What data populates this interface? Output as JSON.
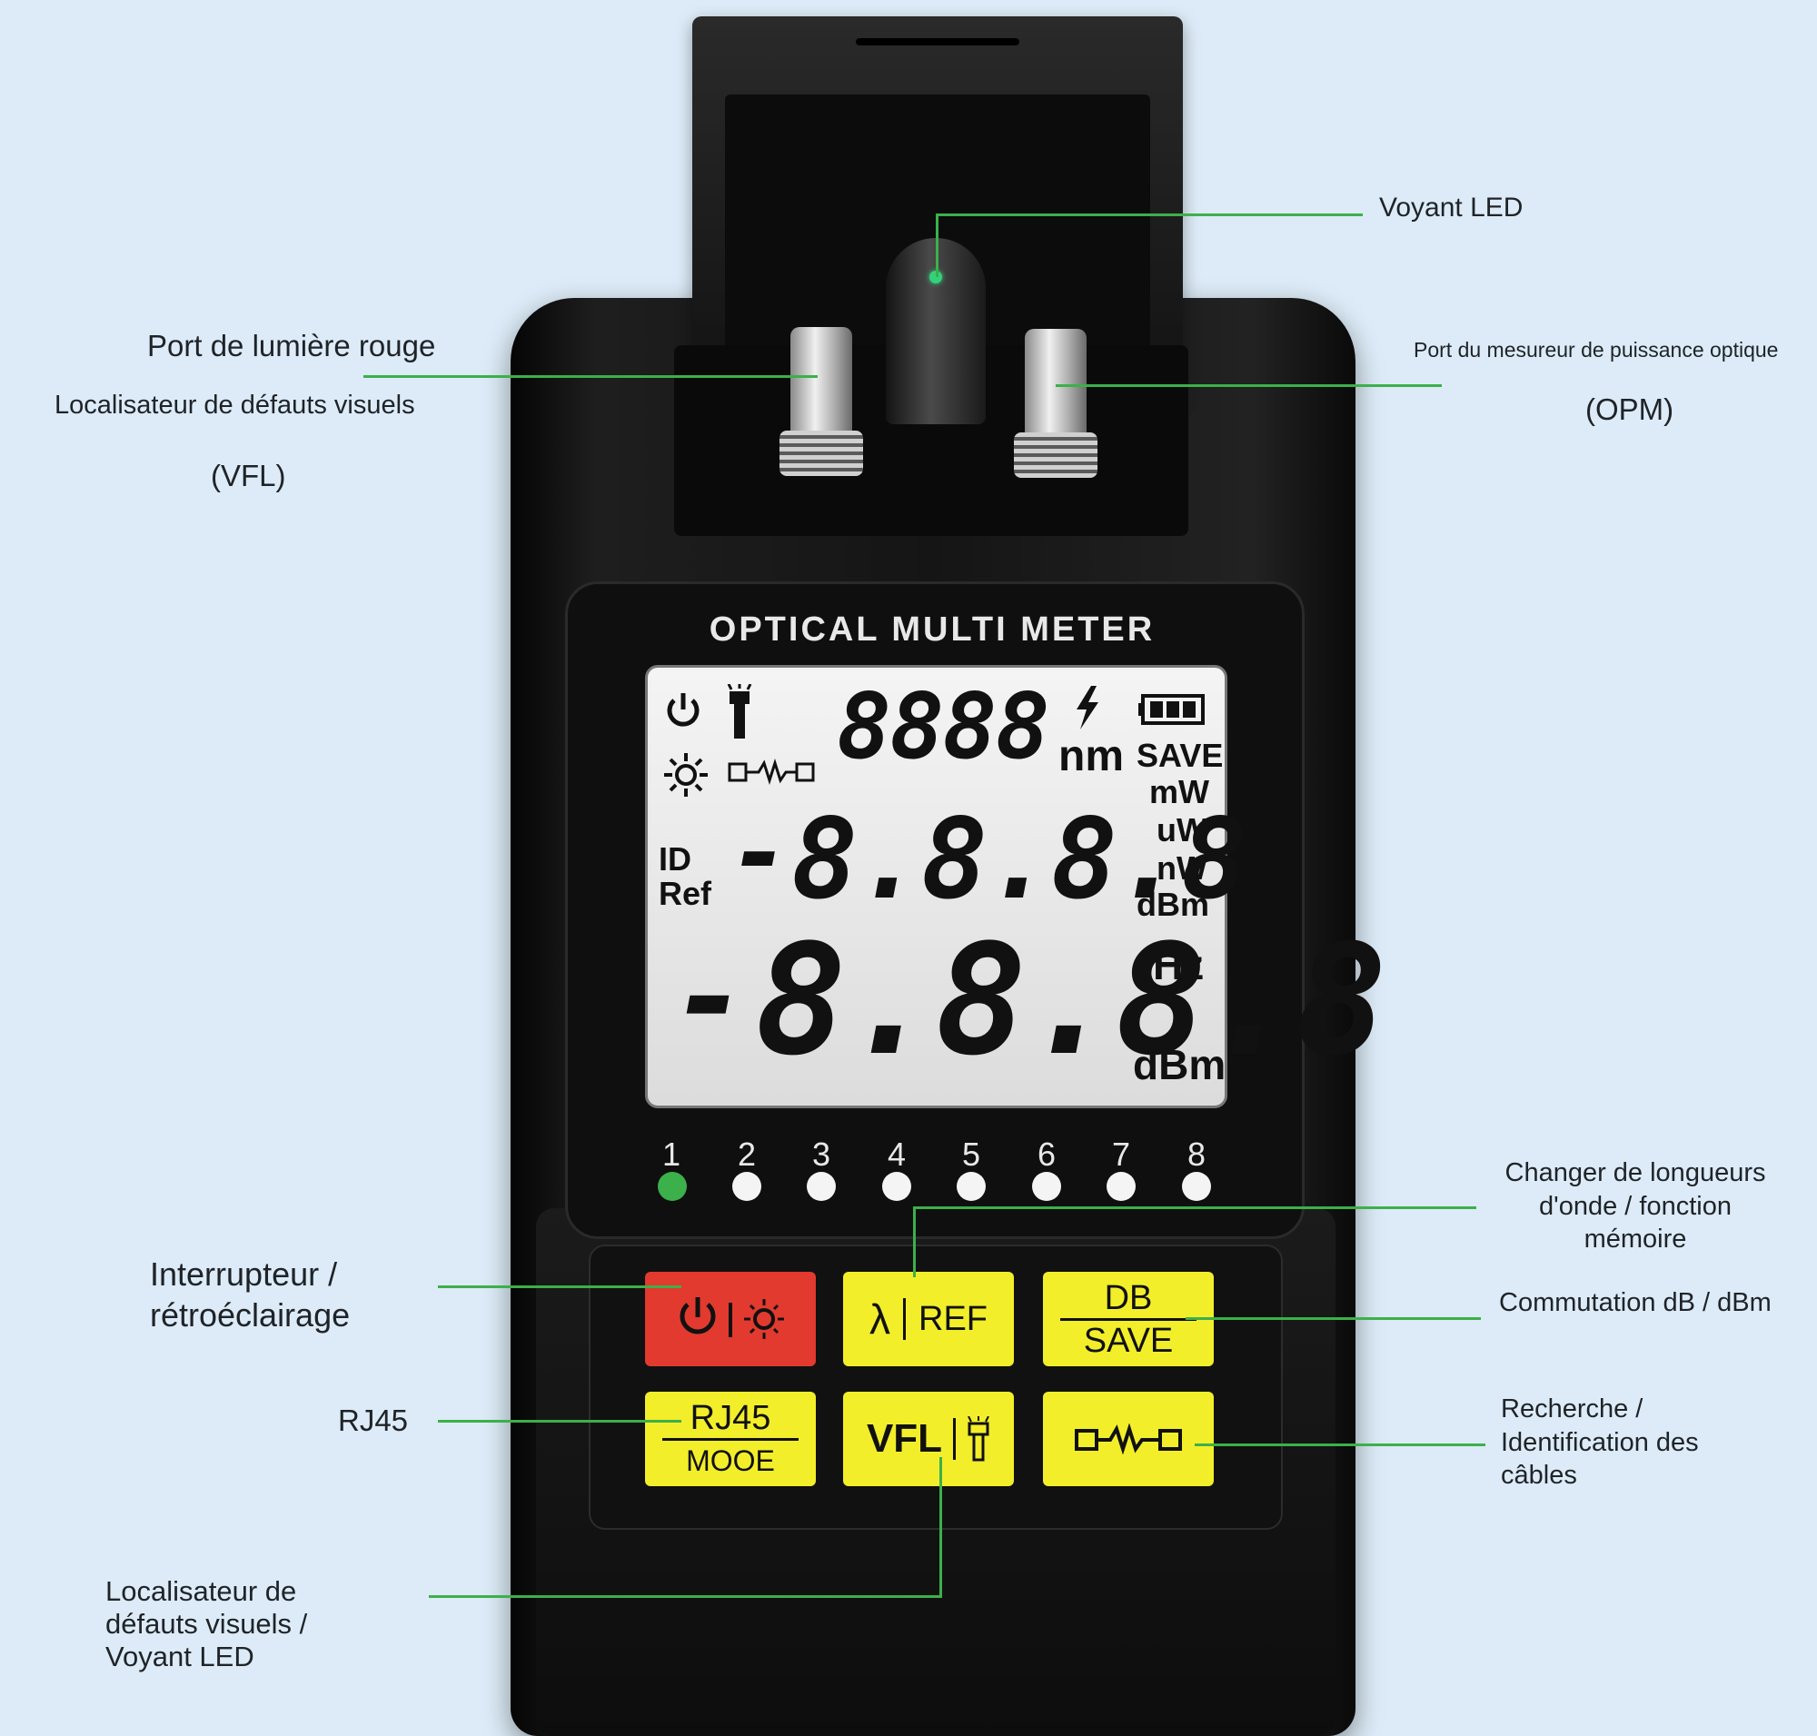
{
  "device": {
    "brand": "OPTICAL MULTI METER",
    "lcd": {
      "top_digits": "8888",
      "top_unit": "nm",
      "save": "SAVE",
      "units_stack": [
        "mW",
        "uW",
        "nW",
        "dBm"
      ],
      "id": "ID",
      "ref": "Ref",
      "mid_digits": "8.8.8.8",
      "mid_sign": "-",
      "big_digits": "8.8.8.8",
      "big_sign": "-",
      "hz": "Hz",
      "bottom_unit": "dBm",
      "icons": [
        "power-icon",
        "flashlight-icon",
        "sun-icon",
        "cable-icon",
        "bolt-icon",
        "battery-icon"
      ]
    },
    "ports": [
      "1",
      "2",
      "3",
      "4",
      "5",
      "6",
      "7",
      "8"
    ],
    "active_port": "1",
    "keys": {
      "lambda": "λ",
      "ref": "REF",
      "db": "DB",
      "save": "SAVE",
      "rj45": "RJ45",
      "mode": "MOOE",
      "vfl": "VFL"
    }
  },
  "callouts": {
    "voyant_led": "Voyant LED",
    "port_rouge": "Port de lumière rouge",
    "localisateur": "Localisateur de défauts visuels",
    "vfl": "(VFL)",
    "port_opm": "Port du mesureur de puissance optique",
    "opm": "(OPM)",
    "changer_1": "Changer de longueurs",
    "changer_2": "d'onde / fonction",
    "changer_3": "mémoire",
    "interrupteur_1": "Interrupteur /",
    "interrupteur_2": "rétroéclairage",
    "commutation": "Commutation dB / dBm",
    "rj45": "RJ45",
    "recherche_1": "Recherche /",
    "recherche_2": "Identification des",
    "recherche_3": "câbles",
    "loc2_1": "Localisateur de",
    "loc2_2": "défauts visuels /",
    "loc2_3": "Voyant LED"
  },
  "colors": {
    "background": "#dcebf7",
    "leader_line": "#3cb04a",
    "key_yellow": "#f2ee2a",
    "key_red": "#e23a2e",
    "port_active": "#3cb04a"
  }
}
